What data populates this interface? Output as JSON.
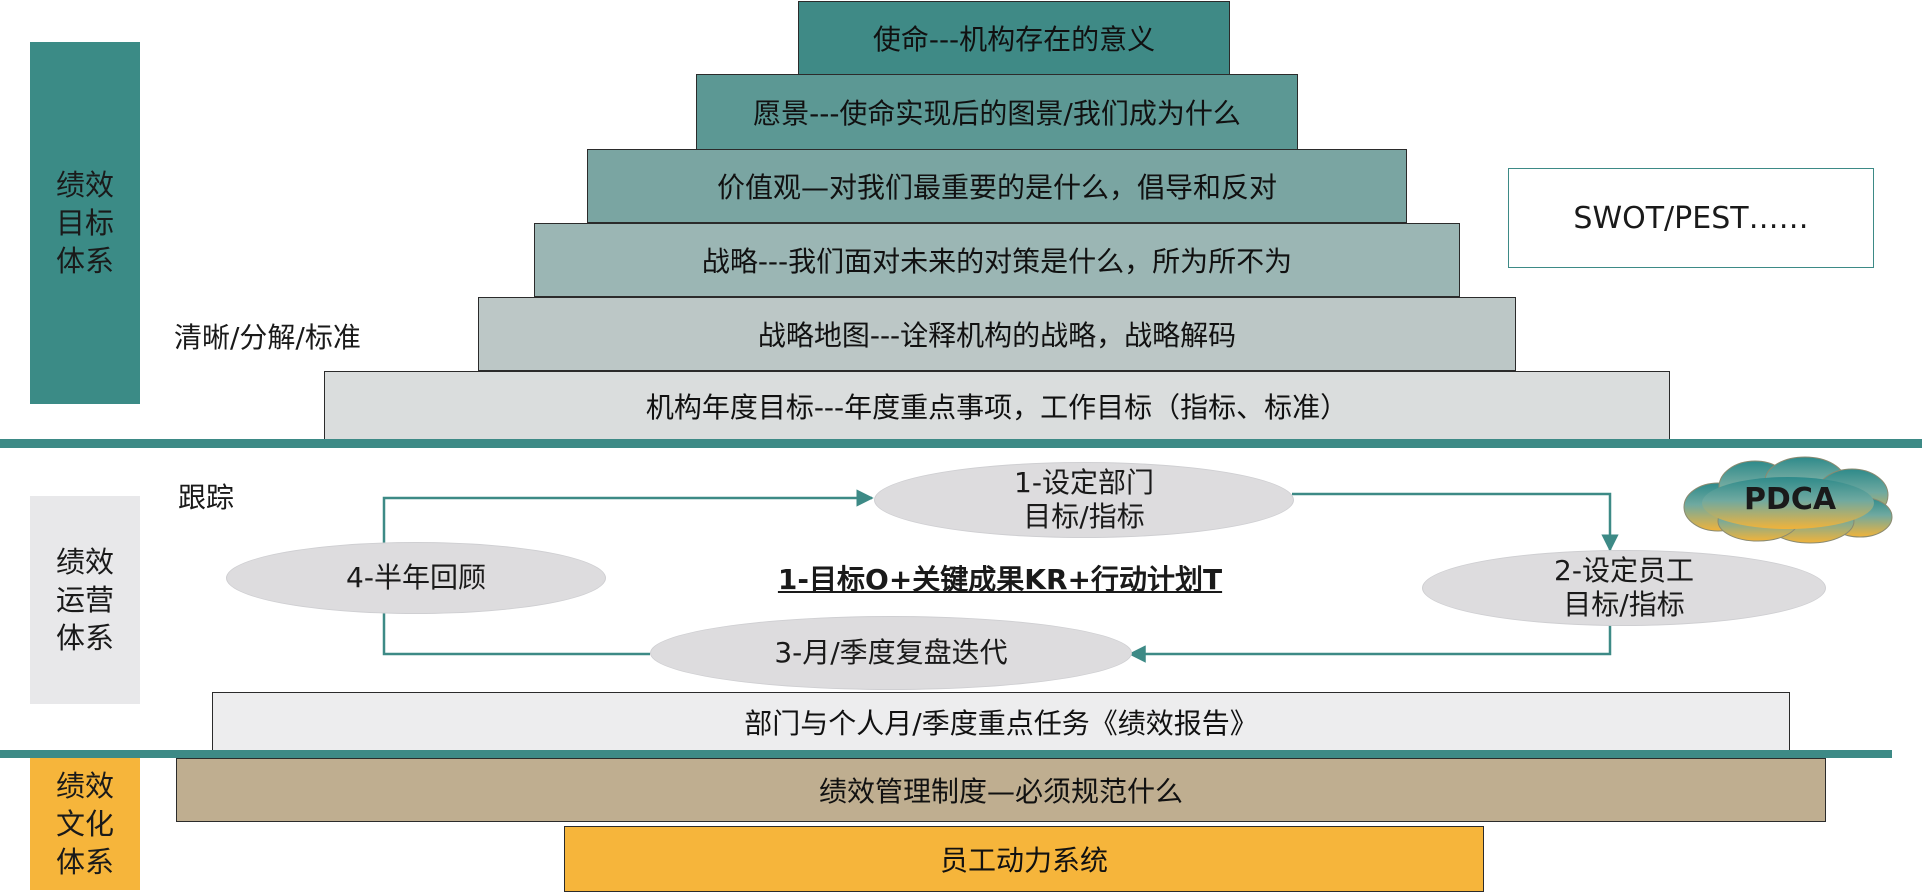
{
  "side_labels": {
    "goal_system": "绩效\n目标\n体系",
    "operation_system": "绩效\n运营\n体系",
    "culture_system": "绩效\n文化\n体系"
  },
  "pyramid": [
    "使命---机构存在的意义",
    "愿景---使命实现后的图景/我们成为什么",
    "价值观—对我们最重要的是什么，倡导和反对",
    "战略---我们面对未来的对策是什么，所为所不为",
    "战略地图---诠释机构的战略，战略解码",
    "机构年度目标---年度重点事项，工作目标（指标、标准）"
  ],
  "annotations": {
    "clarity": "清晰/分解/标准",
    "tracking": "跟踪",
    "swot": "SWOT/PEST……",
    "pdca": "PDCA"
  },
  "cycle": {
    "step1": "1-设定部门\n目标/指标",
    "step2": "2-设定员工\n目标/指标",
    "step3": "3-月/季度复盘迭代",
    "step4": "4-半年回顾",
    "center": "1-目标O+关键成果KR+行动计划T"
  },
  "report_bar": "部门与个人月/季度重点任务《绩效报告》",
  "culture": {
    "policy": "绩效管理制度—必须规范什么",
    "motivation": "员工动力系统"
  },
  "colors": {
    "teal_band": "#3d8a86",
    "goal_side": "#3b8b86",
    "operation_side": "#e8e8ea",
    "culture_side": "#f6b53b",
    "policy_bar": "#bfae90",
    "motivation_bar": "#f6b53b"
  }
}
